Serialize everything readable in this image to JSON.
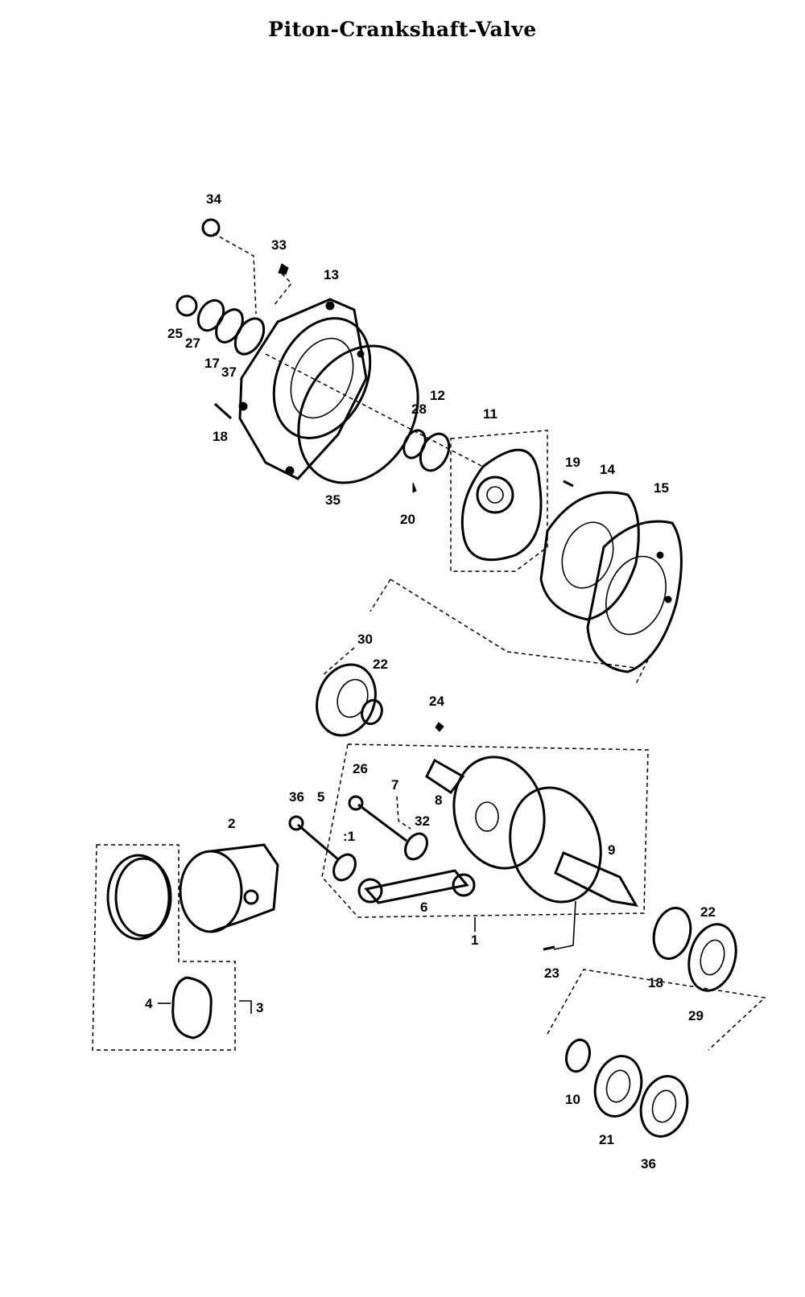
{
  "title": "Piton-Crankshaft-Valve",
  "callouts": {
    "c34": "34",
    "c33": "33",
    "c13": "13",
    "c25": "25",
    "c27": "27",
    "c17": "17",
    "c37": "37",
    "c18a": "18",
    "c28a": "28",
    "c12": "12",
    "c11": "11",
    "c20": "20",
    "c35": "35",
    "c19": "19",
    "c14": "14",
    "c15": "15",
    "c30": "30",
    "c22a": "22",
    "c24": "24",
    "c26": "26",
    "c7": "7",
    "c36a": "36",
    "c5": "5",
    "c8a": "8",
    "c32": "32",
    "c31": ":1",
    "c2": "2",
    "c9": "9",
    "c6": "6",
    "c1": "1",
    "c22b": "22",
    "c23": "23",
    "c18b": "18",
    "c29": "29",
    "c4": "4",
    "c3": "3",
    "c10": "10",
    "c21": "21",
    "c36b": "36"
  }
}
